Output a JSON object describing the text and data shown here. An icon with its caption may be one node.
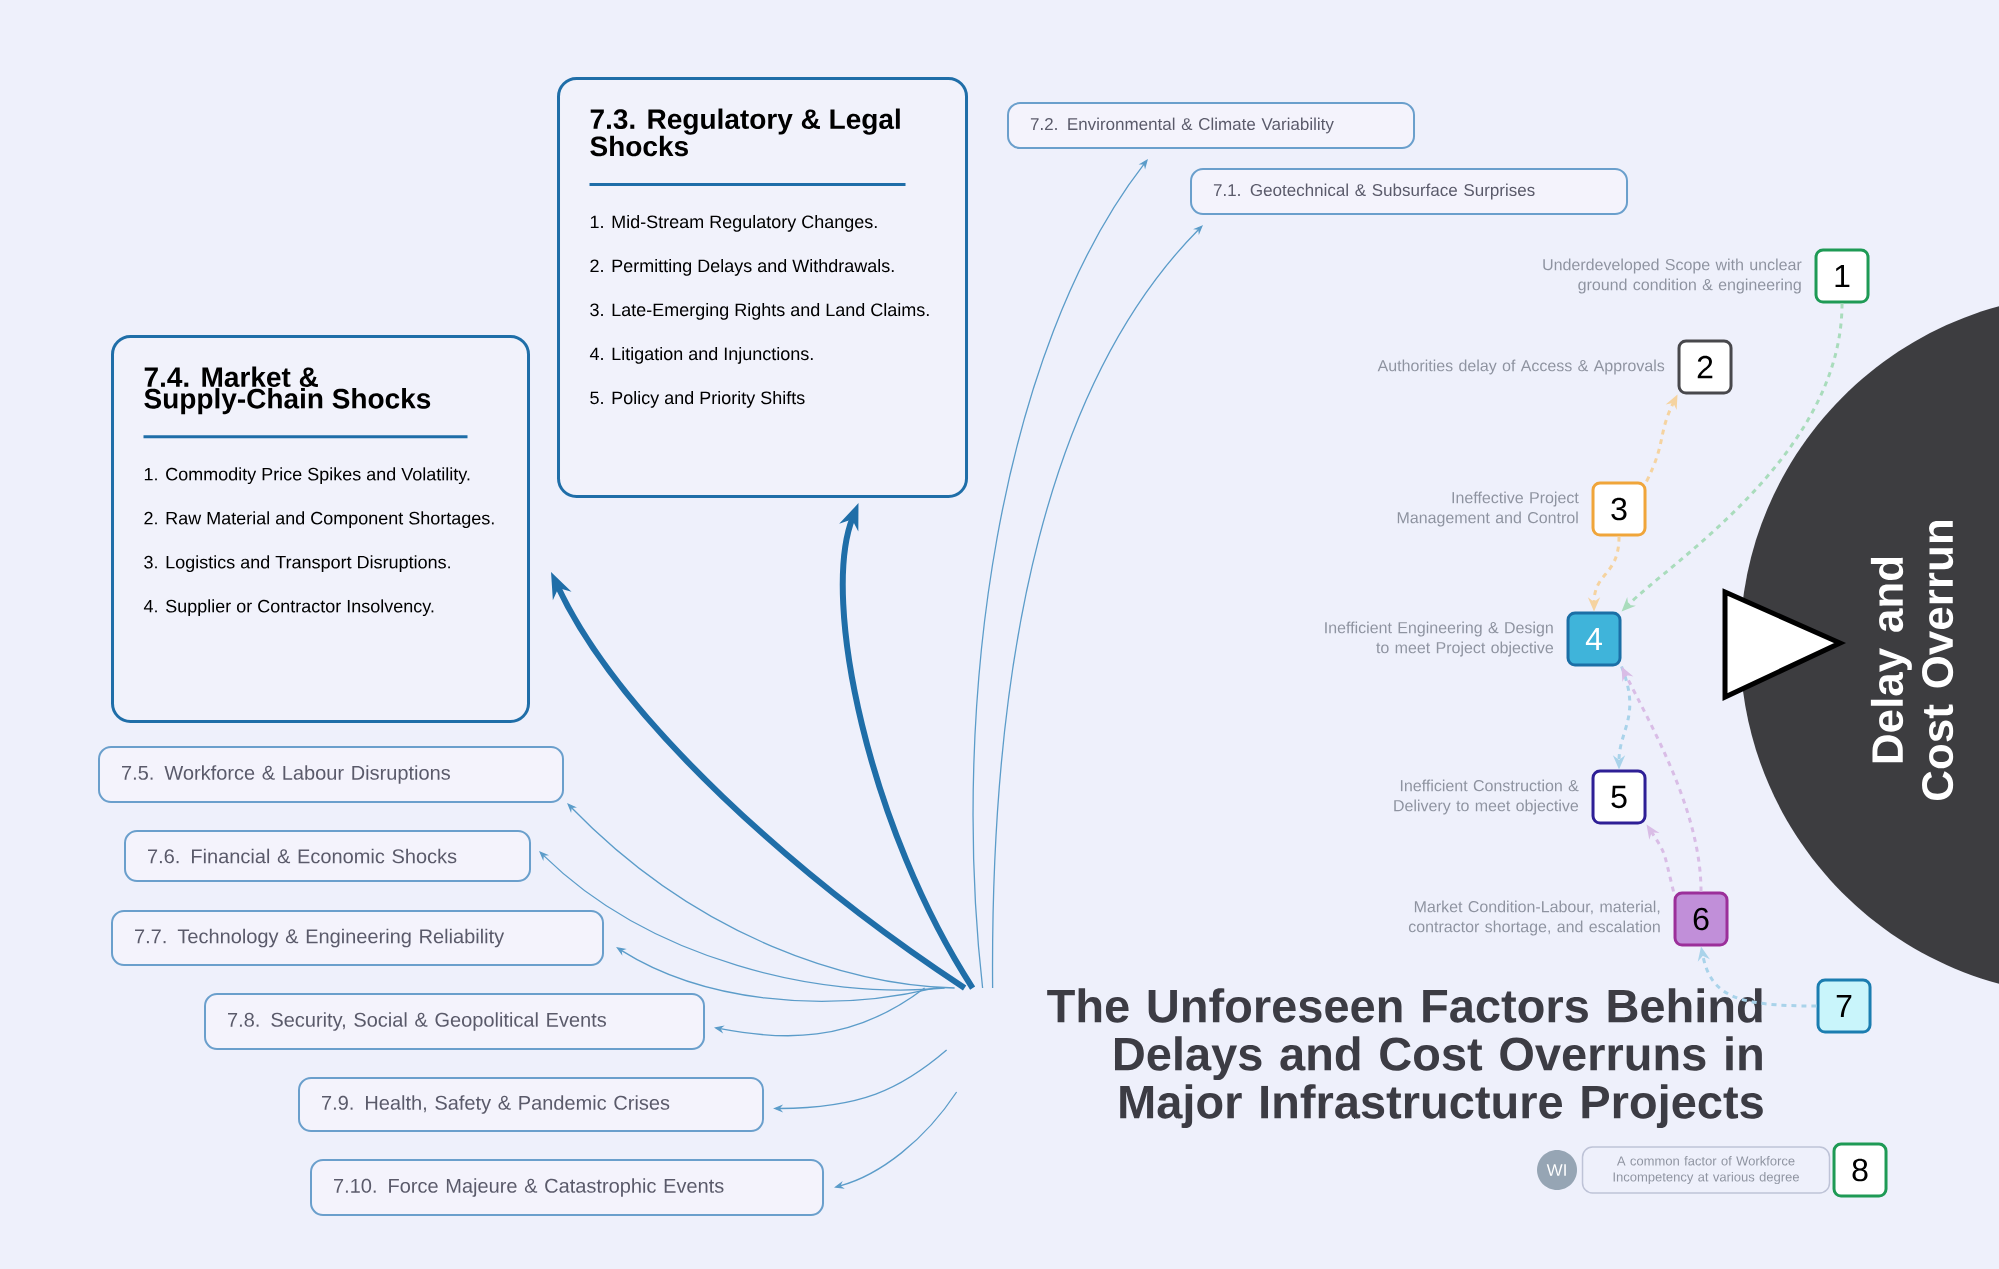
{
  "diagram": {
    "nodes": [
      {
        "text": [
          "The Unforeseen Factors Behind Delays and Cost Overruns in Major Infrastructure Projects"
        ]
      },
      {
        "text": [
          "7.4. Market & Supply-Chain Shocks",
          "1. Commodity Price Spikes and Volatility.",
          "2. Raw Material and Component Shortages.",
          "3. Logistics and Transport Disruptions.",
          "4. Supplier or Contractor Insolvency."
        ]
      },
      {
        "text": [
          "7.3. Regulatory & Legal Shocks",
          "1.  Mid-Stream Regulatory Changes.",
          "2. Permitting Delays and Withdrawals.",
          "3. Late-Emerging Rights and Land Claims.",
          "4. Litigation and Injunctions.",
          "5. Policy and Priority Shifts"
        ]
      },
      {
        "text": [
          "7.2. Environmental & Climate Variability"
        ]
      },
      {
        "text": [
          "7.1. Geotechnical & Subsurface Surprises"
        ]
      },
      {
        "text": [
          "7.5.  Workforce & Labour Disruptions"
        ]
      },
      {
        "text": [
          "7.6. Financial & Economic Shocks"
        ]
      },
      {
        "text": [
          "7.7. Technology & Engineering Reliability"
        ]
      },
      {
        "text": [
          "7.8. Security, Social & Geopolitical Events"
        ]
      },
      {
        "text": [
          "7.9. Health, Safety & Pandemic Crises"
        ]
      },
      {
        "text": [
          "7.10. Force Majeure & Catastrophic Events"
        ]
      },
      {
        "text": [
          "1"
        ],
        "beside": [
          "Underdeveloped Scope with unclear ground condition & engineering"
        ]
      },
      {
        "text": [
          "2"
        ],
        "beside": [
          "Authorities delay of Access & Approvals"
        ]
      },
      {
        "text": [
          "3"
        ],
        "beside": [
          "Ineffective Project Management and Control"
        ]
      },
      {
        "text": [
          "4"
        ],
        "beside": [
          "Inefficient Engineering & Design to meet Project objective"
        ]
      },
      {
        "text": [
          "5"
        ],
        "beside": [
          "Inefficient Construction & Delivery to meet objective"
        ]
      },
      {
        "text": [
          "6"
        ],
        "beside": [
          "Market Condition-Labour, material, contractor shortage, and escalation"
        ]
      },
      {
        "text": [
          "7"
        ]
      },
      {
        "text": [
          "8"
        ]
      },
      {
        "text": [
          "WI"
        ]
      },
      {
        "text": [
          "A common factor of Workforce Incompetency at various degree"
        ]
      },
      {
        "text": [
          "Delay and Cost Overrun"
        ]
      }
    ],
    "edges": [
      {
        "from": 0,
        "to": 1,
        "arrow": "to",
        "style": "thick",
        "color": "#1f6ea8"
      },
      {
        "from": 0,
        "to": 2,
        "arrow": "to",
        "style": "thick",
        "color": "#1f6ea8"
      },
      {
        "from": 0,
        "to": 3,
        "arrow": "to"
      },
      {
        "from": 0,
        "to": 4,
        "arrow": "to"
      },
      {
        "from": 0,
        "to": 5,
        "arrow": "to"
      },
      {
        "from": 0,
        "to": 6,
        "arrow": "to"
      },
      {
        "from": 0,
        "to": 7,
        "arrow": "to"
      },
      {
        "from": 0,
        "to": 8,
        "arrow": "to"
      },
      {
        "from": 0,
        "to": 9,
        "arrow": "to"
      },
      {
        "from": 0,
        "to": 10,
        "arrow": "to"
      },
      {
        "from": 11,
        "to": 14,
        "arrow": "to",
        "style": "dashed",
        "color": "#a9dcbc"
      },
      {
        "from": 13,
        "to": 14,
        "arrow": "to",
        "style": "dashed",
        "color": "#f5d3a0"
      },
      {
        "from": 13,
        "to": 12,
        "arrow": "to",
        "style": "dashed",
        "color": "#f5d3a0"
      },
      {
        "from": 14,
        "to": 15,
        "arrow": "to",
        "style": "dashed",
        "color": "#a9d3ea"
      },
      {
        "from": 16,
        "to": 14,
        "arrow": "to",
        "style": "dashed",
        "color": "#d9bde6"
      },
      {
        "from": 16,
        "to": 15,
        "arrow": "to",
        "style": "dashed",
        "color": "#d9bde6"
      },
      {
        "from": 17,
        "to": 16,
        "arrow": "to",
        "style": "dashed",
        "color": "#a9d3ea"
      }
    ]
  }
}
